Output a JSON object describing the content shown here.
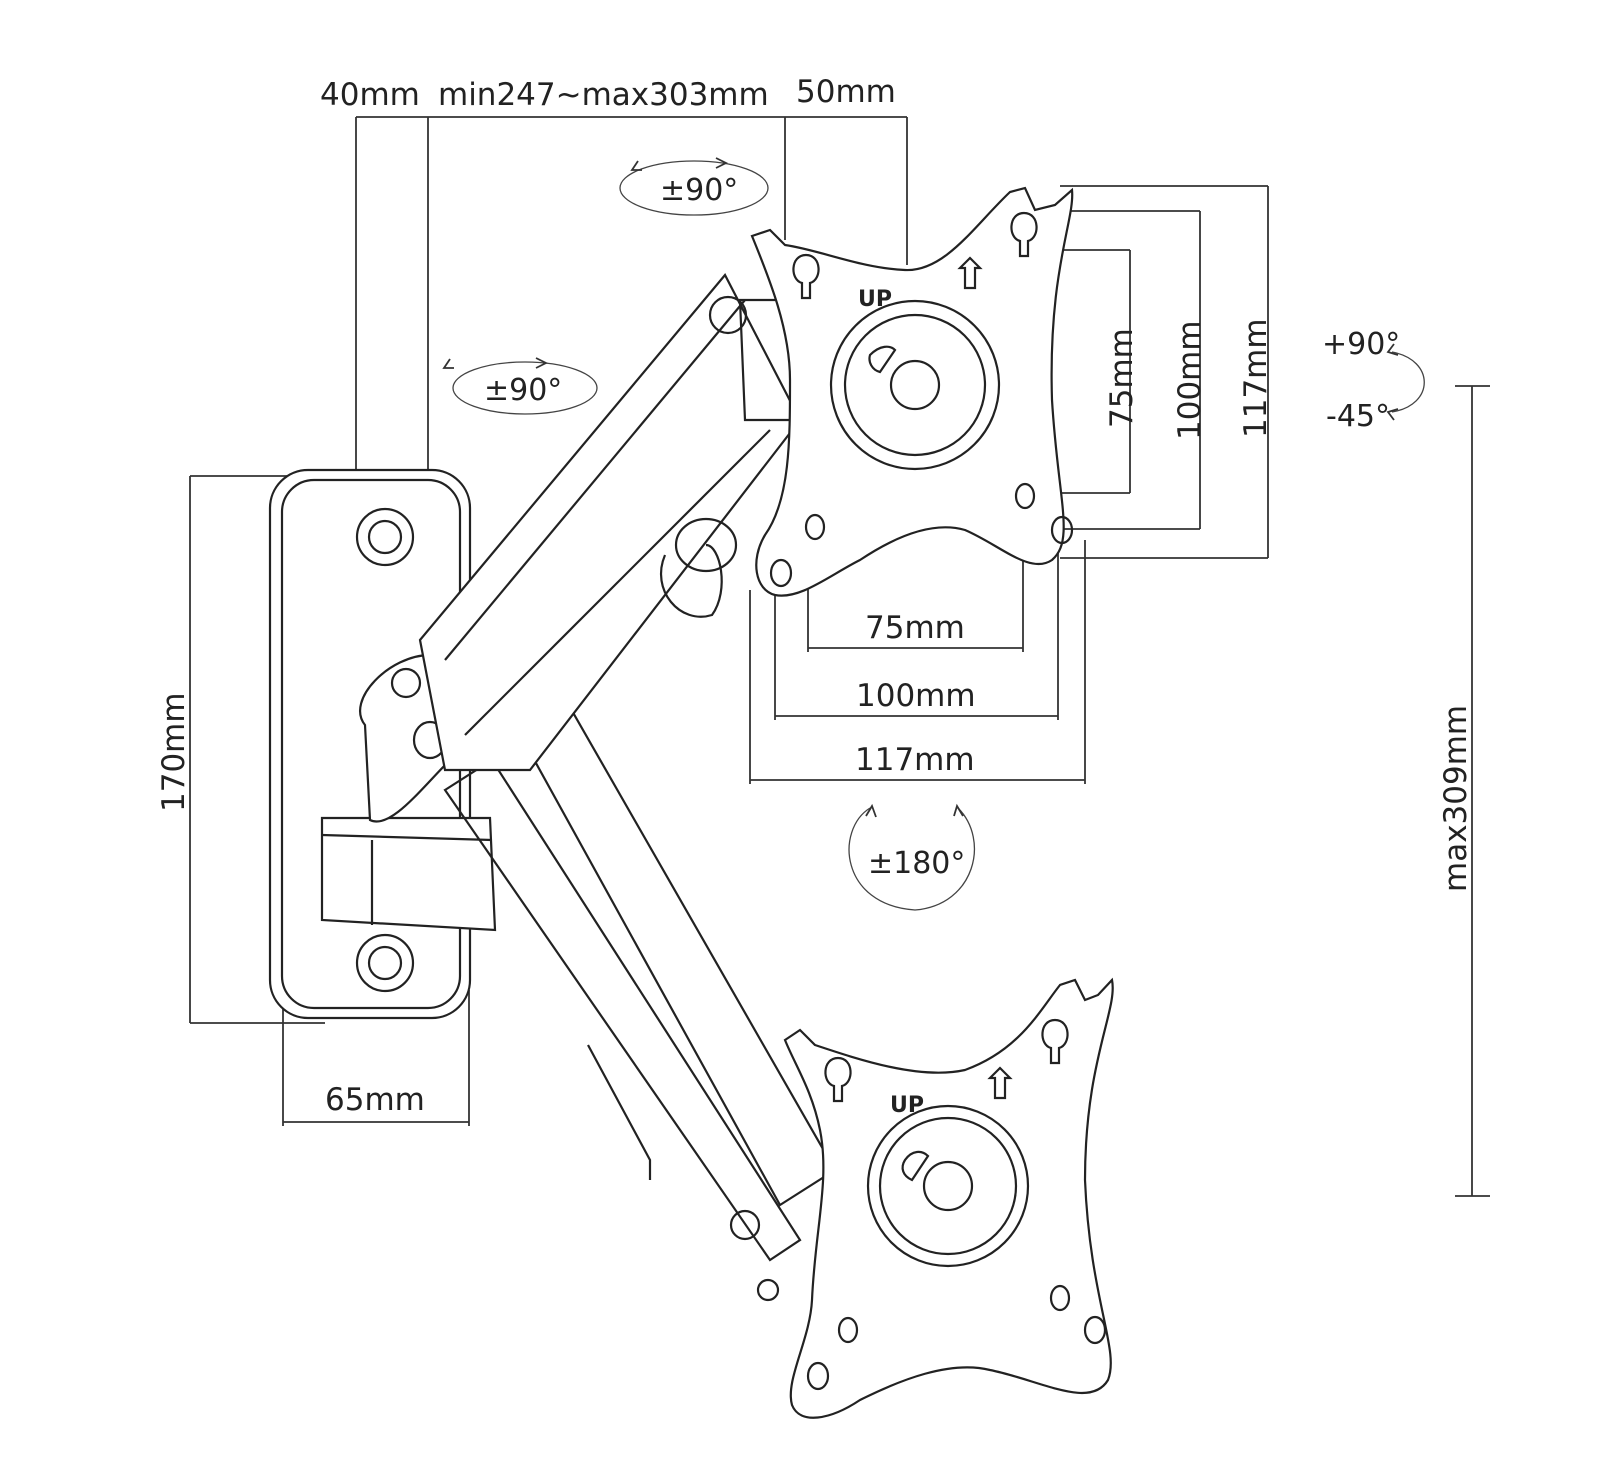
{
  "dimensions": {
    "top_left": "40mm",
    "top_middle": "min247~max303mm",
    "top_right": "50mm",
    "plate_height": "170mm",
    "plate_width": "65mm",
    "vesa_v_75": "75mm",
    "vesa_v_100": "100mm",
    "vesa_v_117": "117mm",
    "vesa_h_75": "75mm",
    "vesa_h_100": "100mm",
    "vesa_h_117": "117mm",
    "max_height": "max309mm"
  },
  "rotations": {
    "top_swivel": "±90°",
    "arm_swivel": "±90°",
    "tilt_up": "+90°",
    "tilt_down": "-45°",
    "rotation": "±180°"
  },
  "labels": {
    "upper_plate_up": "UP",
    "lower_plate_up": "UP"
  },
  "colors": {
    "line": "#222222",
    "background": "#ffffff"
  }
}
